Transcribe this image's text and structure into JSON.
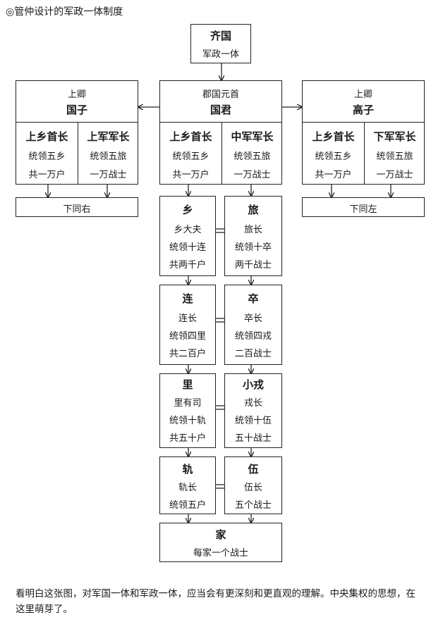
{
  "caption": "◎管仲设计的军政一体制度",
  "qi": {
    "title": "齐国",
    "sub": "军政一体"
  },
  "left": {
    "role": "上卿",
    "name": "国子",
    "cols": [
      {
        "title": "上乡首长",
        "l1": "统领五乡",
        "l2": "共一万户"
      },
      {
        "title": "上军军长",
        "l1": "统领五旅",
        "l2": "一万战士"
      }
    ],
    "bottom": "下同右"
  },
  "center": {
    "role": "郡国元首",
    "name": "国君",
    "cols": [
      {
        "title": "上乡首长",
        "l1": "统领五乡",
        "l2": "共一万户"
      },
      {
        "title": "中军军长",
        "l1": "统领五旅",
        "l2": "一万战士"
      }
    ]
  },
  "right": {
    "role": "上卿",
    "name": "高子",
    "cols": [
      {
        "title": "上乡首长",
        "l1": "统领五乡",
        "l2": "共一万户"
      },
      {
        "title": "下军军长",
        "l1": "统领五旅",
        "l2": "一万战士"
      }
    ],
    "bottom": "下同左"
  },
  "civil": [
    {
      "title": "乡",
      "l1": "乡大夫",
      "l2": "统领十连",
      "l3": "共两千户"
    },
    {
      "title": "连",
      "l1": "连长",
      "l2": "统领四里",
      "l3": "共二百户"
    },
    {
      "title": "里",
      "l1": "里有司",
      "l2": "统领十轨",
      "l3": "共五十户"
    },
    {
      "title": "轨",
      "l1": "轨长",
      "l2": "统领五户",
      "l3": ""
    }
  ],
  "military": [
    {
      "title": "旅",
      "l1": "旅长",
      "l2": "统领十卒",
      "l3": "两千战士"
    },
    {
      "title": "卒",
      "l1": "卒长",
      "l2": "统领四戎",
      "l3": "二百战士"
    },
    {
      "title": "小戎",
      "l1": "戎长",
      "l2": "统领十伍",
      "l3": "五十战士"
    },
    {
      "title": "伍",
      "l1": "伍长",
      "l2": "五个战士",
      "l3": ""
    }
  ],
  "jia": {
    "title": "家",
    "sub": "每家一个战士"
  },
  "footer": "看明白这张图，对军国一体和军政一体，应当会有更深刻和更直观的理解。中央集权的思想，在这里萌芽了。"
}
